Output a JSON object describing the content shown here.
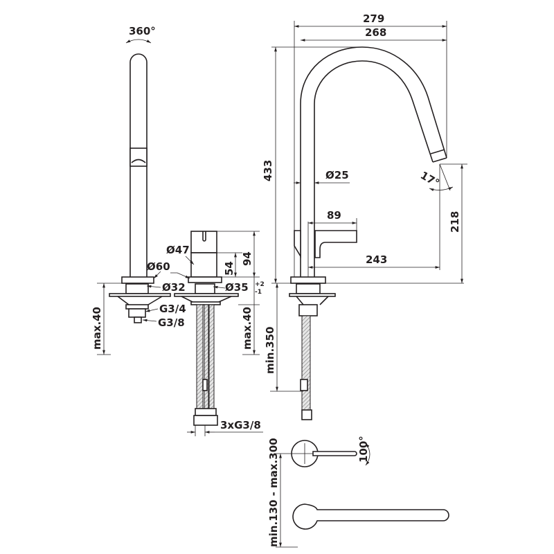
{
  "title": "Kitchen mixer technical dimension drawing",
  "side_view": {
    "rotation": "360°",
    "dia_60": "Ø60",
    "dia_32": "Ø32",
    "thread_34": "G3/4",
    "thread_38": "G3/8",
    "max_40": "max.40"
  },
  "handle_view": {
    "dia_47": "Ø47",
    "h_54": "54",
    "h_94": "94",
    "dia_35": "Ø35",
    "tol_plus": "+2",
    "tol_minus": "-1",
    "max_40": "max.40",
    "hoses": "3xG3/8"
  },
  "front_view": {
    "w_279": "279",
    "w_268": "268",
    "h_433": "433",
    "dia_25": "Ø25",
    "angle_17": "17°",
    "l_89": "89",
    "l_243": "243",
    "h_218": "218",
    "min_350": "min.350"
  },
  "top_view": {
    "angle_100": "100°",
    "spacing": "min.130 - max.300"
  }
}
